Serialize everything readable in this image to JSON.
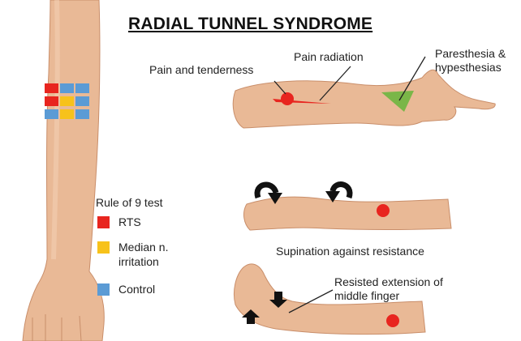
{
  "title": "RADIAL TUNNEL SYNDROME",
  "labels": {
    "pain_tenderness": "Pain and tenderness",
    "pain_radiation": "Pain radiation",
    "paresthesia": [
      "Paresthesia &",
      "hypesthesias"
    ],
    "supination": "Supination against resistance",
    "resisted_extension": [
      "Resisted extension of",
      "middle finger"
    ]
  },
  "legend": {
    "title": "Rule of 9 test",
    "items": [
      {
        "label": [
          "RTS"
        ],
        "color": "#e8251f"
      },
      {
        "label": [
          "Median n.",
          "irritation"
        ],
        "color": "#f7c21b"
      },
      {
        "label": [
          "Control"
        ],
        "color": "#5b9bd5"
      }
    ]
  },
  "rule_of_9_grid": [
    [
      "#e8251f",
      "#5b9bd5",
      "#5b9bd5"
    ],
    [
      "#e8251f",
      "#f7c21b",
      "#5b9bd5"
    ],
    [
      "#5b9bd5",
      "#f7c21b",
      "#5b9bd5"
    ]
  ],
  "colors": {
    "skin": "#e9b996",
    "skin_shadow": "#c98e6a",
    "marker_red": "#e8251f",
    "paresthesia_green": "#7ab648"
  }
}
